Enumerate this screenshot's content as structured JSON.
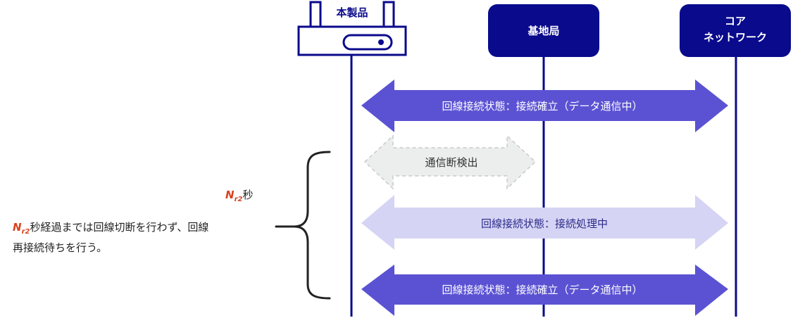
{
  "nodes": {
    "device_label": "本製品",
    "base_station": "基地局",
    "core_line1": "コア",
    "core_line2": "ネットワーク"
  },
  "arrows": {
    "top_connected": "回線接続状態：接続確立（データ通信中）",
    "detect": "通信断検出",
    "processing": "回線接続状態：接続処理中",
    "bottom_connected": "回線接続状態：接続確立（データ通信中）"
  },
  "note": {
    "symbol": "N",
    "subscript": "r2",
    "seconds_suffix": "秒",
    "line1_rest": "秒経過までは回線切断を行わず、回線",
    "line2": "再接続待ちを行う。"
  },
  "colors": {
    "navy": "#0a0a8c",
    "arrow_dark": "#5b52d3",
    "arrow_light": "#d6d4f4",
    "arrow_gray": "#eceeed",
    "accent_red": "#d9411e"
  }
}
